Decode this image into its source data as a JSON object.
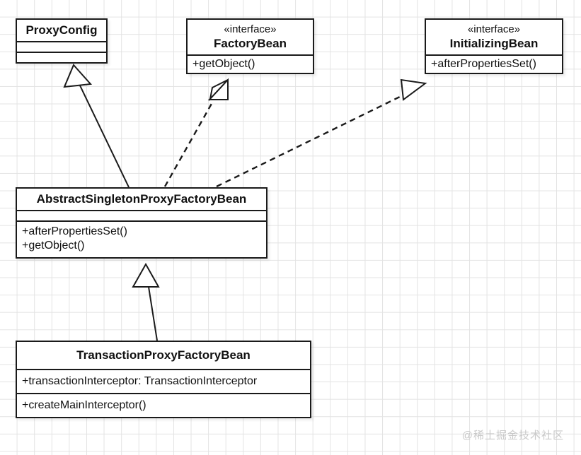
{
  "diagram": {
    "title": "Spring TransactionProxyFactoryBean UML class diagram",
    "type": "uml-class-diagram",
    "colors": {
      "background": "#ffffff",
      "grid": "#e3e3e3",
      "stroke": "#1a1a1a",
      "text": "#111111",
      "watermark": "#c9c9c9"
    },
    "watermark": "@稀土掘金技术社区",
    "classes": [
      {
        "id": "proxy-config",
        "stereotype": "",
        "name": "ProxyConfig",
        "attributes": [],
        "operations": [],
        "empty_compartments": 2
      },
      {
        "id": "factory-bean",
        "stereotype": "«interface»",
        "name": "FactoryBean",
        "attributes": [],
        "operations": [
          "+getObject()"
        ],
        "empty_compartments": 0
      },
      {
        "id": "initializing-bean",
        "stereotype": "«interface»",
        "name": "InitializingBean",
        "attributes": [],
        "operations": [
          "+afterPropertiesSet()"
        ],
        "empty_compartments": 0
      },
      {
        "id": "abstract-singleton-proxy-factory-bean",
        "stereotype": "",
        "name": "AbstractSingletonProxyFactoryBean",
        "attributes": [],
        "operations": [
          "+afterPropertiesSet()",
          "+getObject()"
        ],
        "empty_compartments": 1
      },
      {
        "id": "transaction-proxy-factory-bean",
        "stereotype": "",
        "name": "TransactionProxyFactoryBean",
        "attributes": [
          "+transactionInterceptor: TransactionInterceptor"
        ],
        "operations": [
          "+createMainInterceptor()"
        ],
        "empty_compartments": 0
      }
    ],
    "relationships": [
      {
        "id": "generalization-abstract-to-proxyconfig",
        "kind": "generalization",
        "line": "solid",
        "arrow": "hollow-triangle",
        "from": "abstract-singleton-proxy-factory-bean",
        "to": "proxy-config"
      },
      {
        "id": "realization-abstract-to-factorybean",
        "kind": "realization",
        "line": "dashed",
        "arrow": "hollow-triangle",
        "from": "abstract-singleton-proxy-factory-bean",
        "to": "factory-bean"
      },
      {
        "id": "realization-abstract-to-initializingbean",
        "kind": "realization",
        "line": "dashed",
        "arrow": "hollow-triangle",
        "from": "abstract-singleton-proxy-factory-bean",
        "to": "initializing-bean"
      },
      {
        "id": "generalization-transaction-to-abstract",
        "kind": "generalization",
        "line": "solid",
        "arrow": "hollow-triangle",
        "from": "transaction-proxy-factory-bean",
        "to": "abstract-singleton-proxy-factory-bean"
      }
    ]
  }
}
